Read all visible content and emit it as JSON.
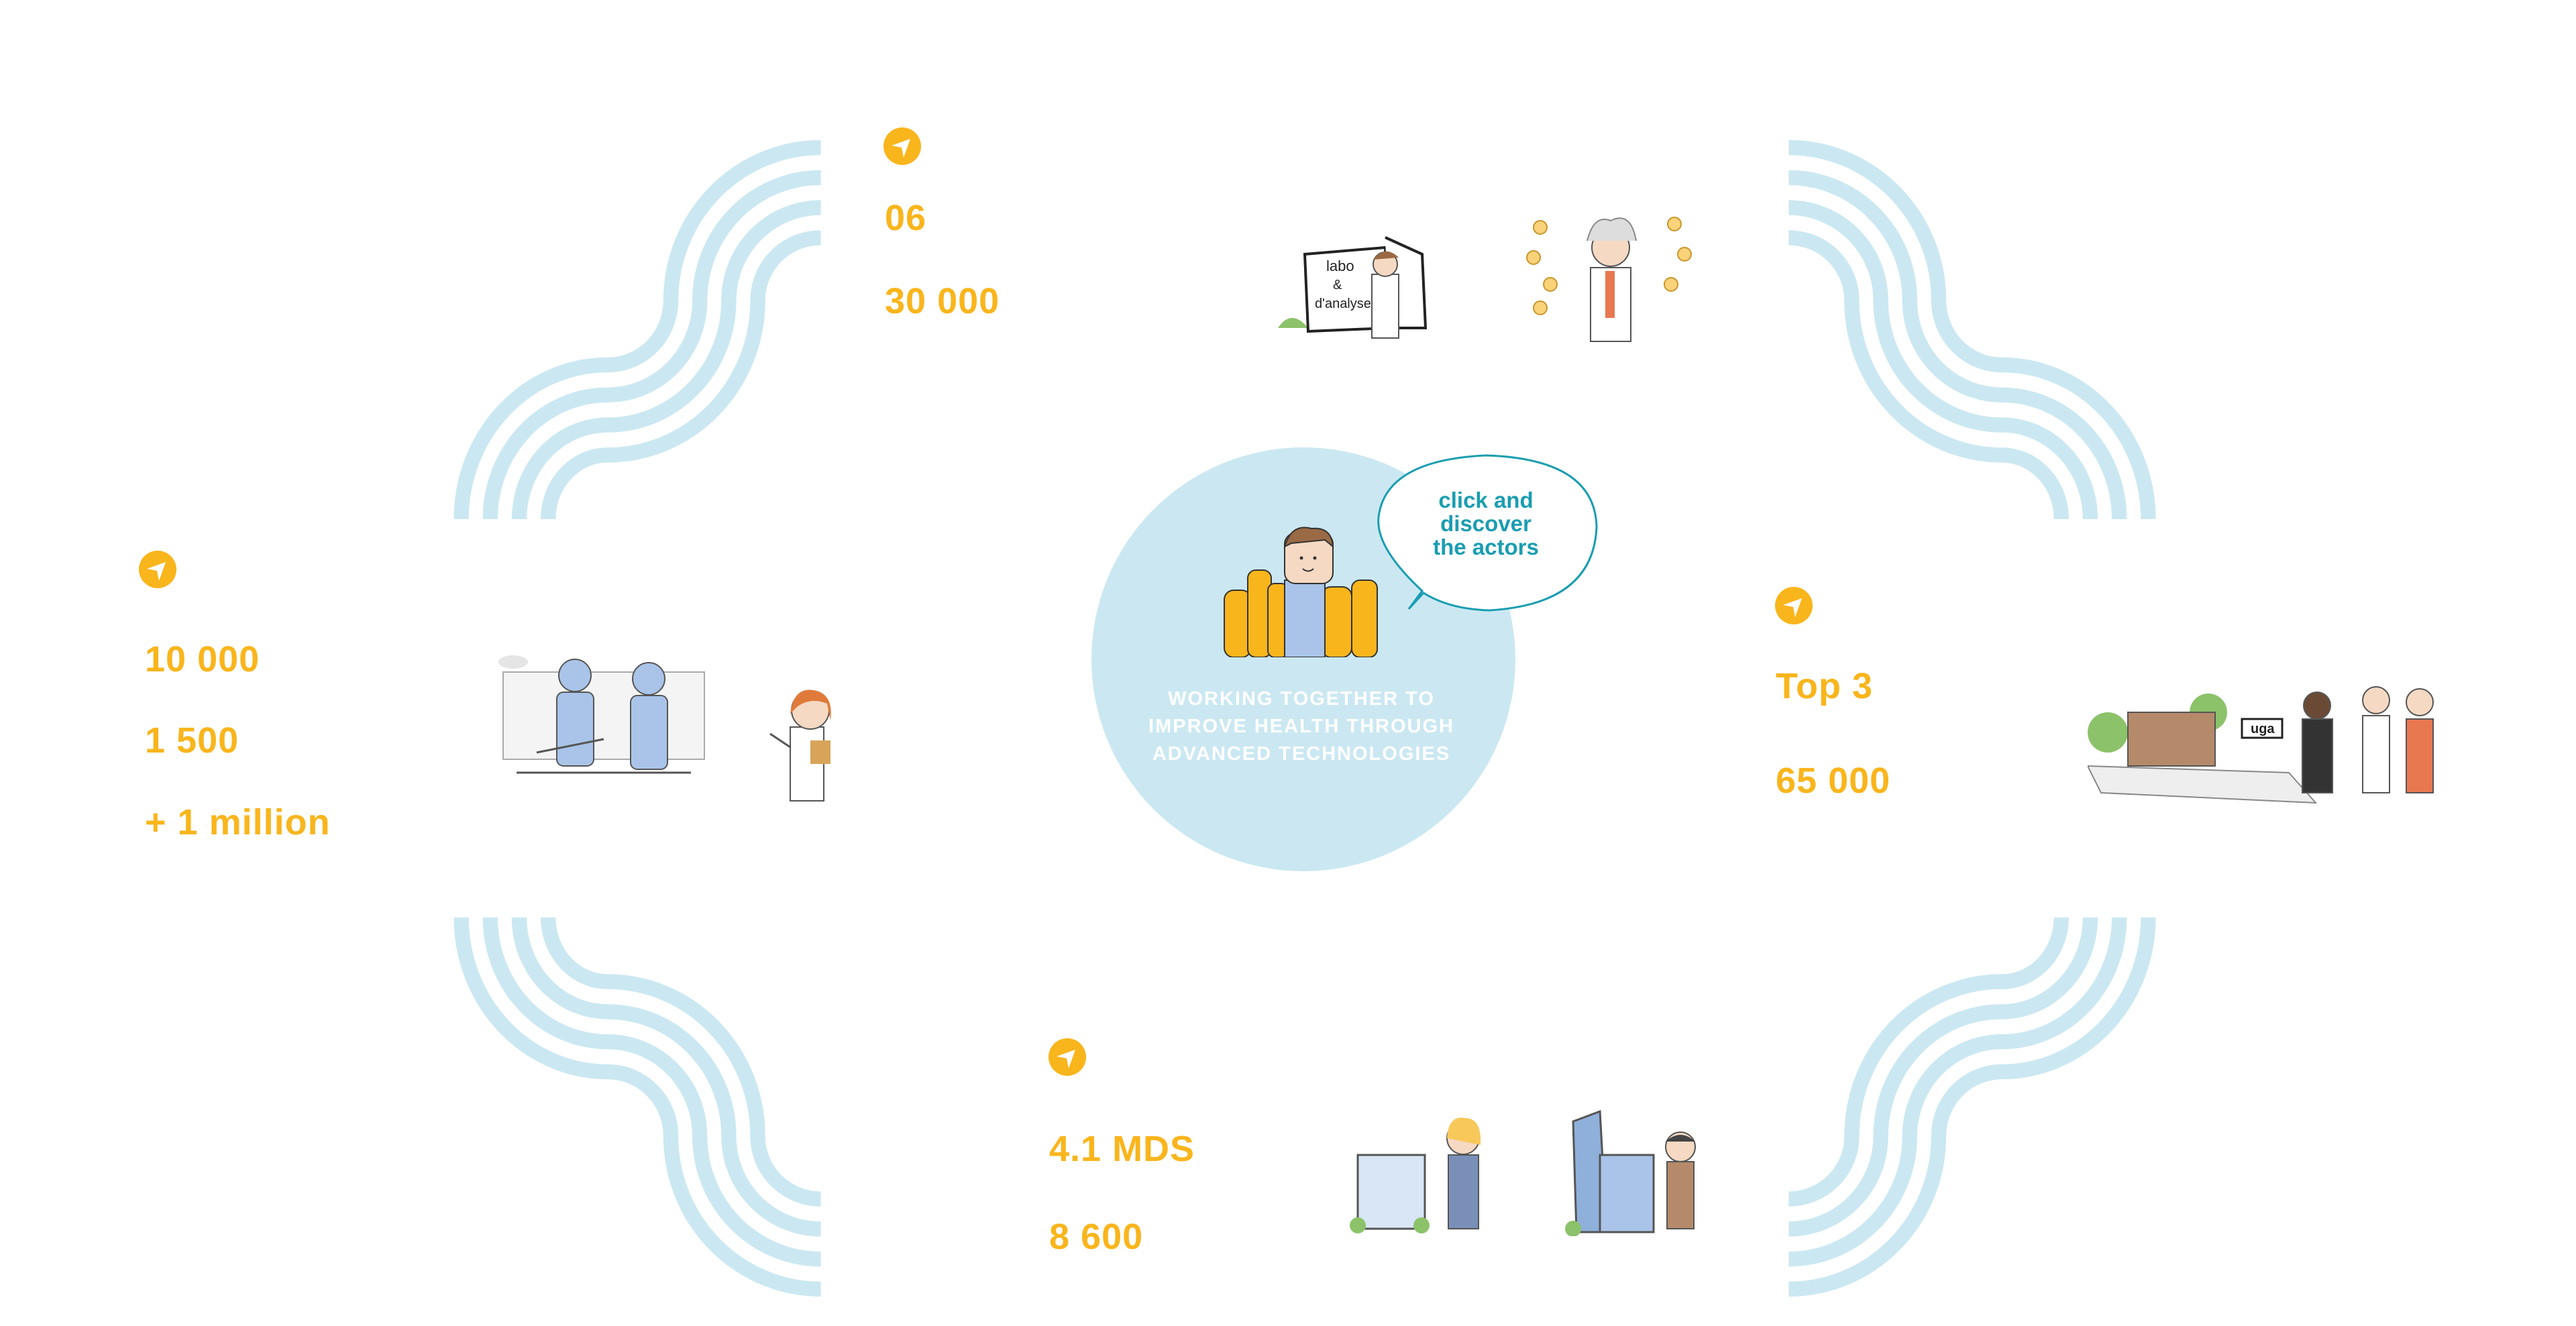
{
  "colors": {
    "accent": "#F9B51C",
    "wave": "#CBE8F2",
    "bubble_text": "#1A9DB1"
  },
  "center": {
    "tagline": [
      "WORKING TOGETHER TO",
      "IMPROVE HEALTH THROUGH",
      "ADVANCED TECHNOLOGIES"
    ],
    "bubble": [
      "click and",
      "discover",
      "the actors"
    ]
  },
  "groups": {
    "top": {
      "icon": "navigation-arrow-icon",
      "stats": [
        "06",
        "30 000"
      ]
    },
    "left": {
      "icon": "navigation-arrow-icon",
      "stats": [
        "10 000",
        "1 500",
        "+ 1 million"
      ]
    },
    "right": {
      "icon": "navigation-arrow-icon",
      "stats": [
        "Top 3",
        "65 000"
      ]
    },
    "bottom": {
      "icon": "navigation-arrow-icon",
      "stats": [
        "4.1 MDS",
        "8 600"
      ]
    }
  },
  "illustrations": {
    "lab_sign": [
      "labo",
      "&",
      "d'analyse"
    ],
    "campus_sign": "uga"
  }
}
